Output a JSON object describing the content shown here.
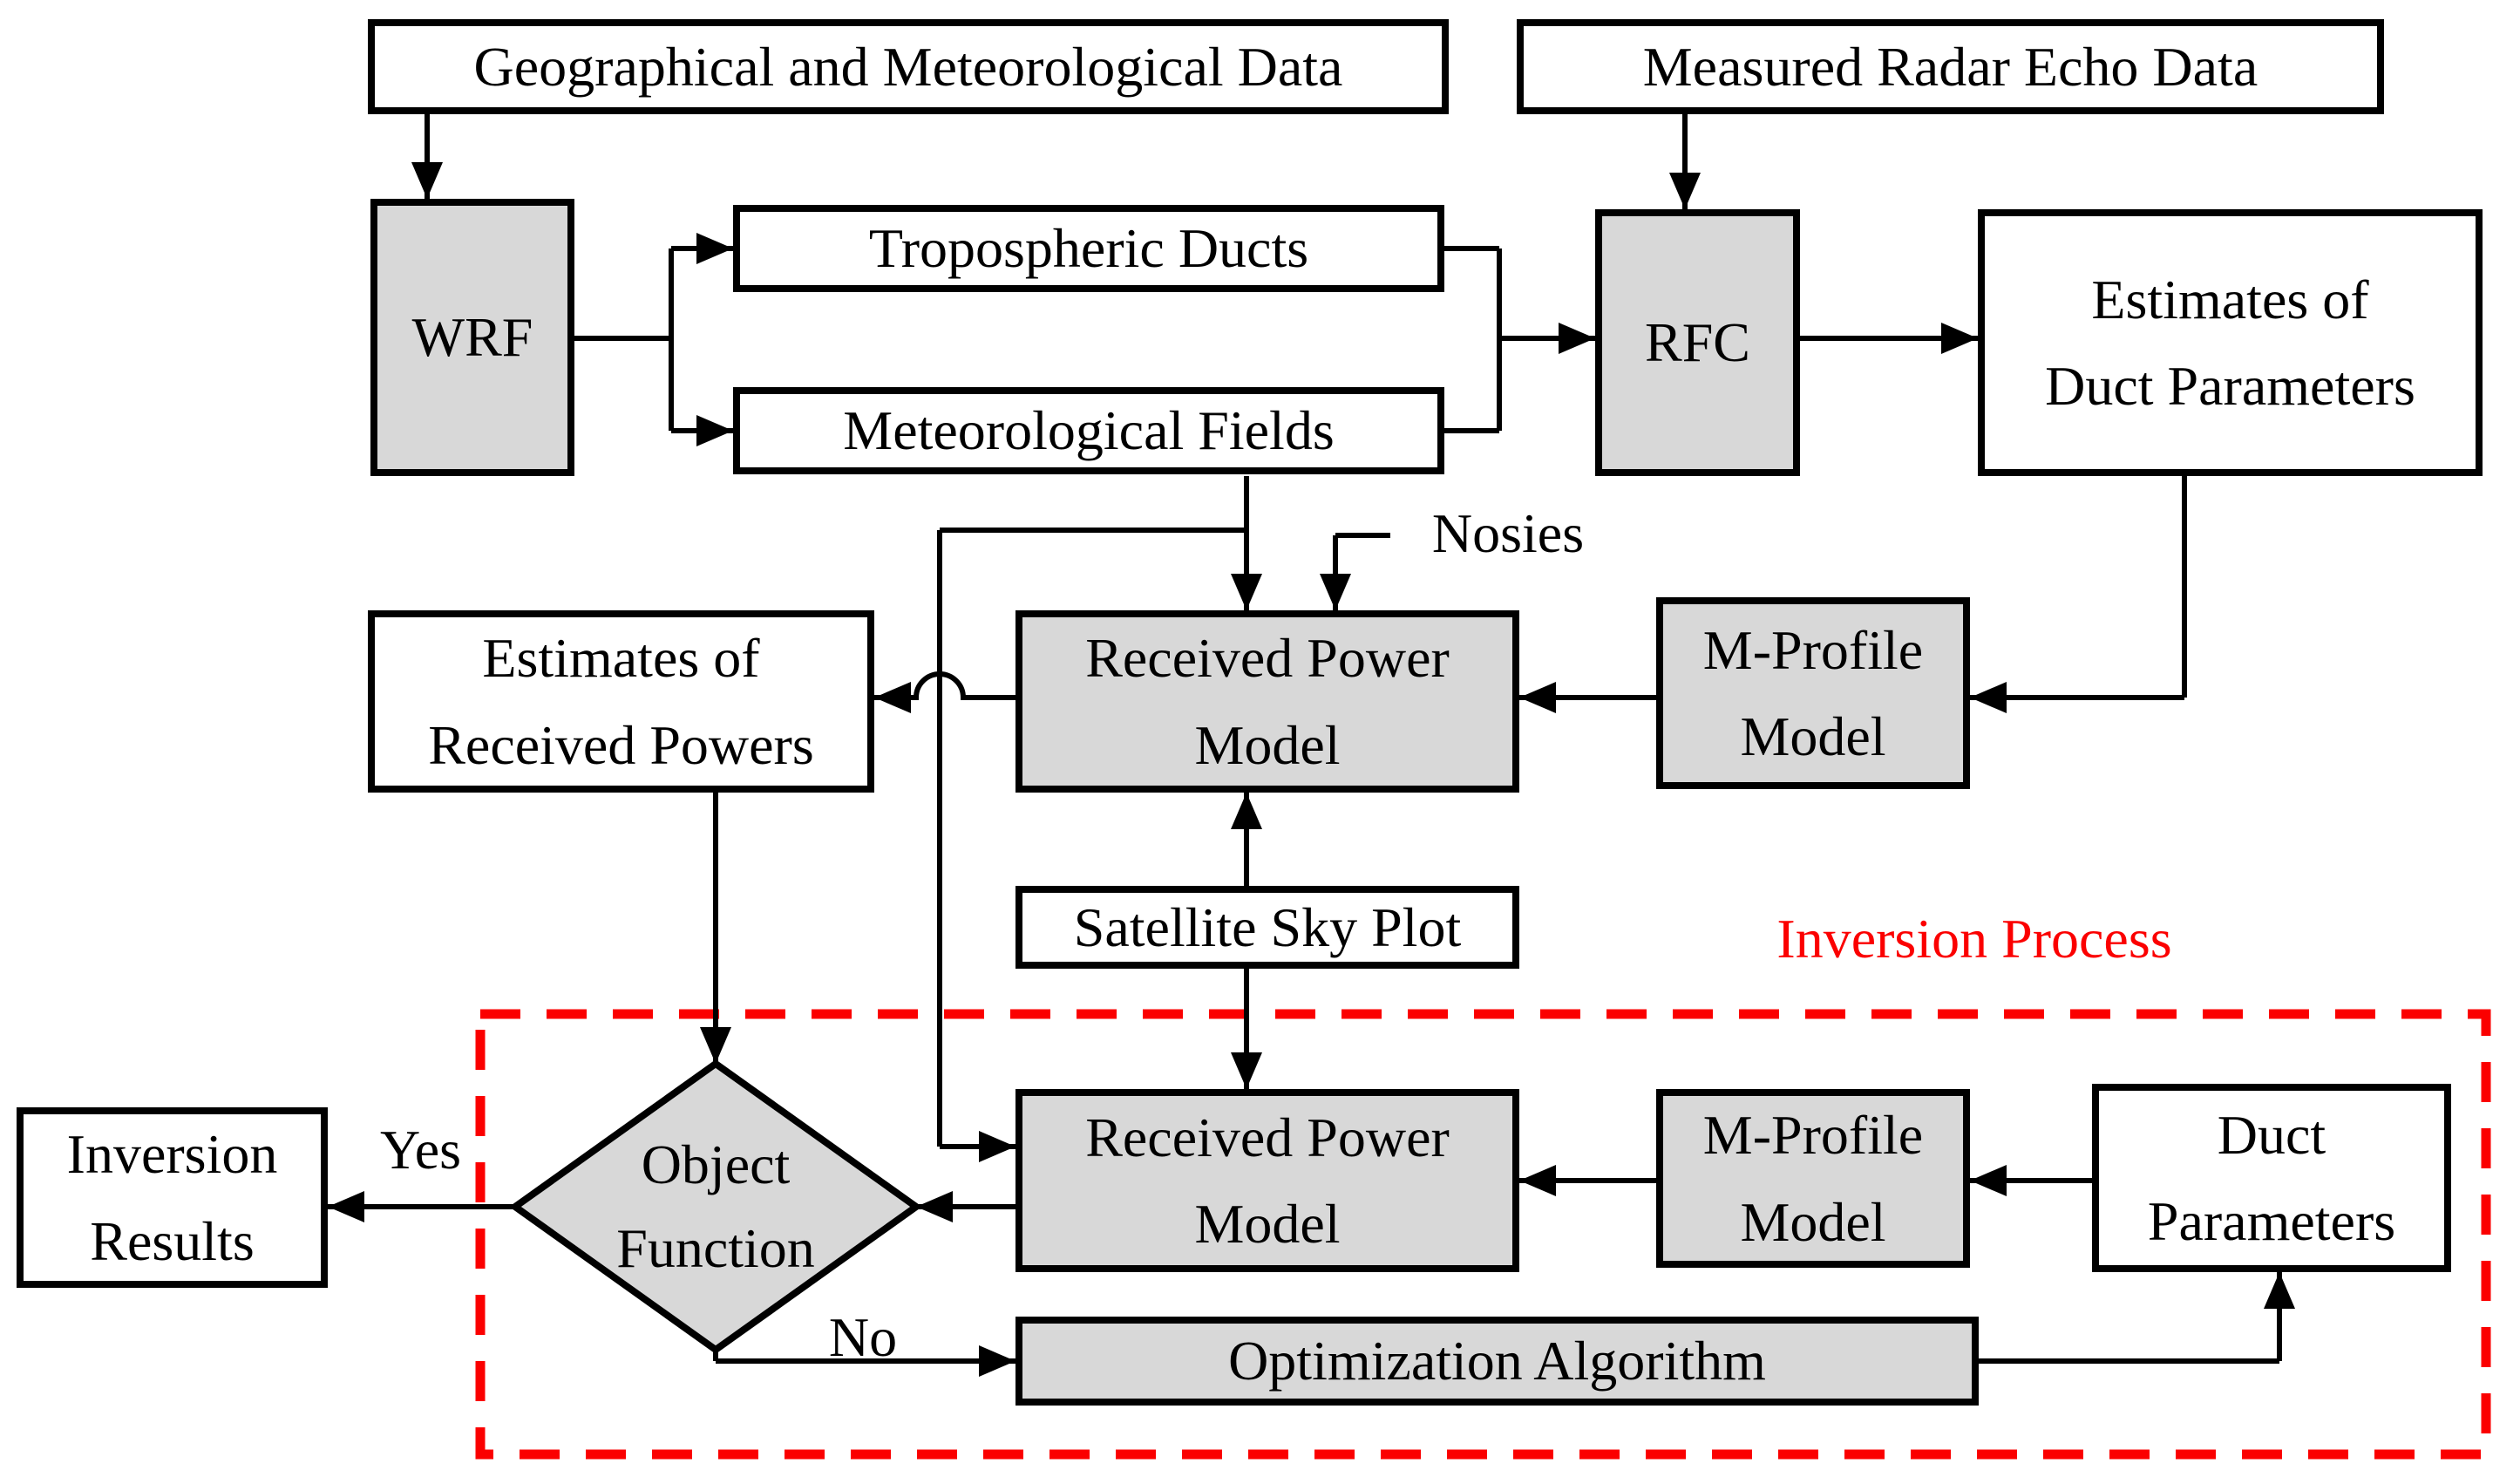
{
  "title": "Duct parameters inversion process flowchart",
  "colors": {
    "box_fill_gray": "#d8d8d8",
    "box_fill_white": "#ffffff",
    "line_color": "#000000",
    "dashed_border_red": "#fb0000",
    "inversion_label_red": "#fb0000"
  },
  "nodes": {
    "geo_data": {
      "lines": [
        "Geographical and Meteorological Data"
      ],
      "fill": "white"
    },
    "radar_data": {
      "lines": [
        "Measured Radar Echo Data"
      ],
      "fill": "white"
    },
    "wrf": {
      "lines": [
        "WRF"
      ],
      "fill": "gray"
    },
    "tropo_ducts": {
      "lines": [
        "Tropospheric Ducts"
      ],
      "fill": "white"
    },
    "met_fields": {
      "lines": [
        "Meteorological Fields"
      ],
      "fill": "white"
    },
    "rfc": {
      "lines": [
        "RFC"
      ],
      "fill": "gray"
    },
    "duct_estimates": {
      "lines": [
        "Estimates of",
        "Duct Parameters"
      ],
      "fill": "white"
    },
    "power_estimates": {
      "lines": [
        "Estimates of",
        "Received Powers"
      ],
      "fill": "white"
    },
    "rpm_top": {
      "lines": [
        "Received Power",
        "Model"
      ],
      "fill": "gray"
    },
    "mpm_top": {
      "lines": [
        "M-Profile",
        "Model"
      ],
      "fill": "gray"
    },
    "satellite": {
      "lines": [
        "Satellite Sky Plot"
      ],
      "fill": "white"
    },
    "inv_results": {
      "lines": [
        "Inversion",
        "Results"
      ],
      "fill": "white"
    },
    "object_function": {
      "lines": [
        "Object",
        "Function"
      ],
      "fill": "gray"
    },
    "rpm_bottom": {
      "lines": [
        "Received Power",
        "Model"
      ],
      "fill": "gray"
    },
    "mpm_bottom": {
      "lines": [
        "M-Profile",
        "Model"
      ],
      "fill": "gray"
    },
    "duct_params": {
      "lines": [
        "Duct",
        "Parameters"
      ],
      "fill": "white"
    },
    "opt_algorithm": {
      "lines": [
        "Optimization Algorithm"
      ],
      "fill": "gray"
    }
  },
  "labels": {
    "noises": "Nosies",
    "yes": "Yes",
    "no": "No",
    "inversion_process": "Inversion Process"
  },
  "edges": [
    {
      "from": "geo_data",
      "to": "wrf"
    },
    {
      "from": "radar_data",
      "to": "rfc"
    },
    {
      "from": "wrf",
      "to": "tropo_ducts"
    },
    {
      "from": "wrf",
      "to": "met_fields"
    },
    {
      "from": "tropo_ducts",
      "to": "rfc"
    },
    {
      "from": "met_fields",
      "to": "rfc"
    },
    {
      "from": "rfc",
      "to": "duct_estimates"
    },
    {
      "from": "duct_estimates",
      "to": "mpm_top"
    },
    {
      "from": "mpm_top",
      "to": "rpm_top"
    },
    {
      "from": "met_fields",
      "to": "rpm_top"
    },
    {
      "from": "noises",
      "to": "rpm_top"
    },
    {
      "from": "rpm_top",
      "to": "power_estimates"
    },
    {
      "from": "met_fields",
      "to": "rpm_bottom"
    },
    {
      "from": "satellite",
      "to": "rpm_top"
    },
    {
      "from": "satellite",
      "to": "rpm_bottom"
    },
    {
      "from": "power_estimates",
      "to": "object_function"
    },
    {
      "from": "rpm_bottom",
      "to": "object_function"
    },
    {
      "from": "mpm_bottom",
      "to": "rpm_bottom"
    },
    {
      "from": "duct_params",
      "to": "mpm_bottom"
    },
    {
      "from": "object_function",
      "to": "inv_results",
      "label": "Yes"
    },
    {
      "from": "object_function",
      "to": "opt_algorithm",
      "label": "No"
    },
    {
      "from": "opt_algorithm",
      "to": "duct_params"
    }
  ]
}
